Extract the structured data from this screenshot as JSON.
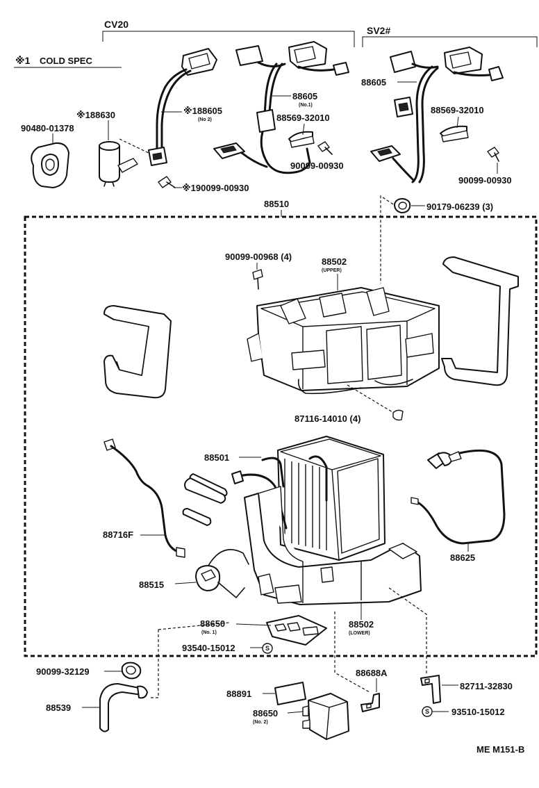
{
  "headers": {
    "cv20": "CV20",
    "sv2": "SV2#",
    "cold_spec_symbol": "※1",
    "cold_spec": "COLD SPEC"
  },
  "labels": {
    "p90480_01378": "90480-01378",
    "p188630": "※188630",
    "p188605": "※188605",
    "p188605_sub": "(No 2)",
    "p190099_00930": "※190099-00930",
    "p88605_a": "88605",
    "p88605_a_sub": "(No.1)",
    "p88569_32010_a": "88569-32010",
    "p90099_00930_a": "90099-00930",
    "p88605_b": "88605",
    "p88569_32010_b": "88569-32010",
    "p90099_00930_b": "90099-00930",
    "p90179_06239": "90179-06239 (3)",
    "p88510": "88510",
    "p90099_00968": "90099-00968 (4)",
    "p88502_upper": "88502",
    "p88502_upper_sub": "(UPPER)",
    "p87116_14010": "87116-14010 (4)",
    "p88501": "88501",
    "p88716f": "88716F",
    "p88625": "88625",
    "p88515": "88515",
    "p88650_1": "88650",
    "p88650_1_sub": "(No. 1)",
    "p93540_15012": "93540-15012",
    "p88502_lower": "88502",
    "p88502_lower_sub": "(LOWER)",
    "p90099_32129": "90099-32129",
    "p88688a": "88688A",
    "p82711_32830": "82711-32830",
    "p88891": "88891",
    "p88539": "88539",
    "p88650_2": "88650",
    "p88650_2_sub": "(No. 2)",
    "p93510_15012": "93510-15012",
    "s_symbol": "S",
    "ref_code": "ME M151-B"
  }
}
